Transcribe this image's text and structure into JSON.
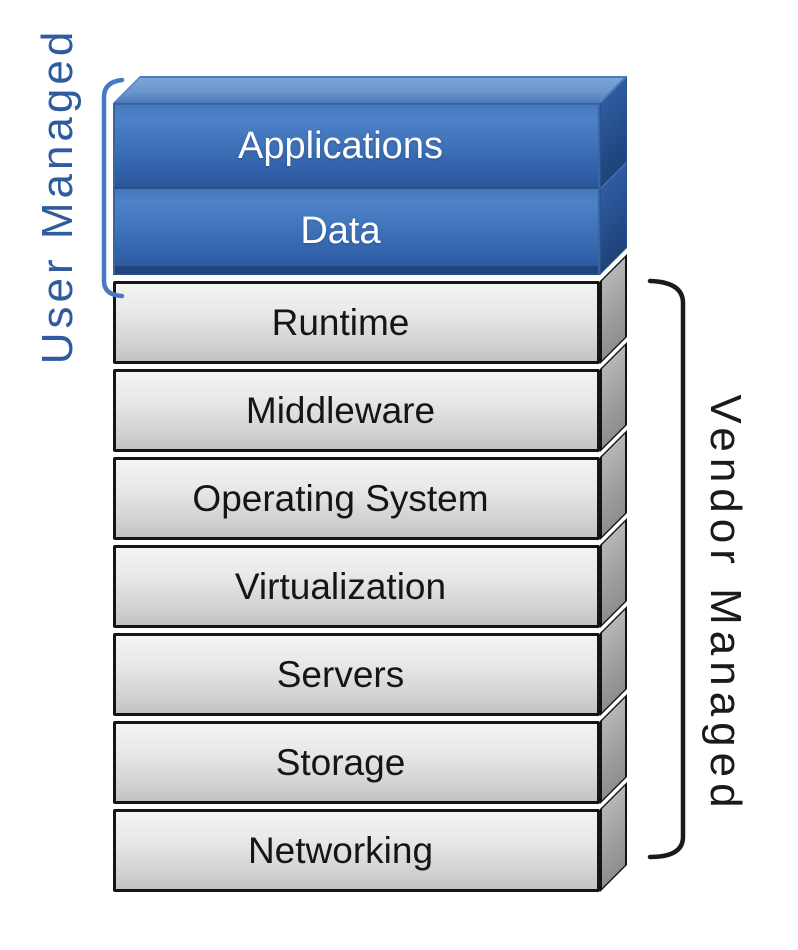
{
  "diagram": {
    "left_group": {
      "label": "User Managed",
      "layers": [
        "Applications",
        "Data"
      ]
    },
    "right_group": {
      "label": "Vendor Managed",
      "layers": [
        "Runtime",
        "Middleware",
        "Operating System",
        "Virtualization",
        "Servers",
        "Storage",
        "Networking"
      ]
    },
    "colors": {
      "user_accent": "#2e5c9e",
      "vendor_text": "#1a1a1a",
      "bracket_blue": "#4a78c4",
      "blue_front_top": "#4e82c8",
      "blue_front_bottom": "#2a5698",
      "blue_top_face": "#6b96ce",
      "blue_side_face": "#27508f",
      "gray_front_top": "#f4f4f4",
      "gray_front_bottom": "#c3c3c3",
      "gray_side_face": "#9e9e9e",
      "outline": "#151515"
    }
  }
}
